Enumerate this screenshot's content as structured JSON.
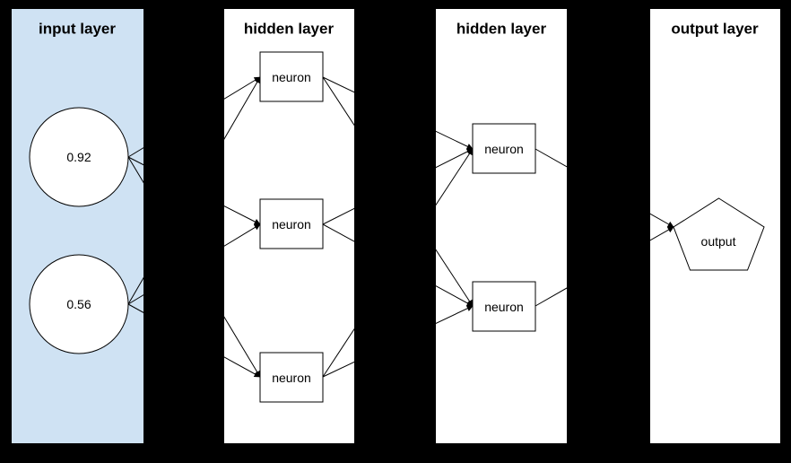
{
  "canvas": {
    "background": "#000000",
    "edge_color": "#000000",
    "shape_fill": "#ffffff",
    "shape_stroke": "#000000"
  },
  "layers": [
    {
      "title": "input layer",
      "fill": "#cfe2f3"
    },
    {
      "title": "hidden layer",
      "fill": "#ffffff"
    },
    {
      "title": "hidden layer",
      "fill": "#ffffff"
    },
    {
      "title": "output layer",
      "fill": "#ffffff"
    }
  ],
  "nodes": {
    "input": [
      {
        "label": "0.92",
        "shape": "circle"
      },
      {
        "label": "0.56",
        "shape": "circle"
      }
    ],
    "hidden1": [
      {
        "label": "neuron",
        "shape": "rect"
      },
      {
        "label": "neuron",
        "shape": "rect"
      },
      {
        "label": "neuron",
        "shape": "rect"
      }
    ],
    "hidden2": [
      {
        "label": "neuron",
        "shape": "rect"
      },
      {
        "label": "neuron",
        "shape": "rect"
      }
    ],
    "output": [
      {
        "label": "output",
        "shape": "pentagon"
      }
    ]
  },
  "edges": [
    {
      "from": "input-1",
      "to": "hidden1-1"
    },
    {
      "from": "input-1",
      "to": "hidden1-2"
    },
    {
      "from": "input-1",
      "to": "hidden1-3"
    },
    {
      "from": "input-2",
      "to": "hidden1-1"
    },
    {
      "from": "input-2",
      "to": "hidden1-2"
    },
    {
      "from": "input-2",
      "to": "hidden1-3"
    },
    {
      "from": "hidden1-1",
      "to": "hidden2-1"
    },
    {
      "from": "hidden1-1",
      "to": "hidden2-2"
    },
    {
      "from": "hidden1-2",
      "to": "hidden2-1"
    },
    {
      "from": "hidden1-2",
      "to": "hidden2-2"
    },
    {
      "from": "hidden1-3",
      "to": "hidden2-1"
    },
    {
      "from": "hidden1-3",
      "to": "hidden2-2"
    },
    {
      "from": "hidden2-1",
      "to": "output-1"
    },
    {
      "from": "hidden2-2",
      "to": "output-1"
    }
  ]
}
